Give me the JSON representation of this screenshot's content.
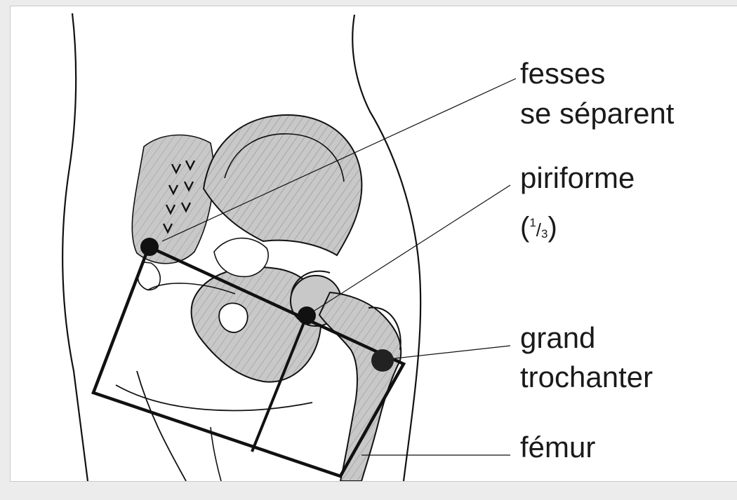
{
  "labels": {
    "fesses_line1": "fesses",
    "fesses_line2": "se séparent",
    "piriforme": "piriforme",
    "piriforme_fraction_open": "(",
    "piriforme_fraction_num": "1",
    "piriforme_fraction_slash": "/",
    "piriforme_fraction_den": "3",
    "piriforme_fraction_close": ")",
    "grand_line1": "grand",
    "grand_line2": "trochanter",
    "femur": "fémur"
  },
  "colors": {
    "bone_fill": "#c8c8c8",
    "ink": "#111111",
    "frame_bg": "#ffffff",
    "page_bg": "#ececec"
  }
}
